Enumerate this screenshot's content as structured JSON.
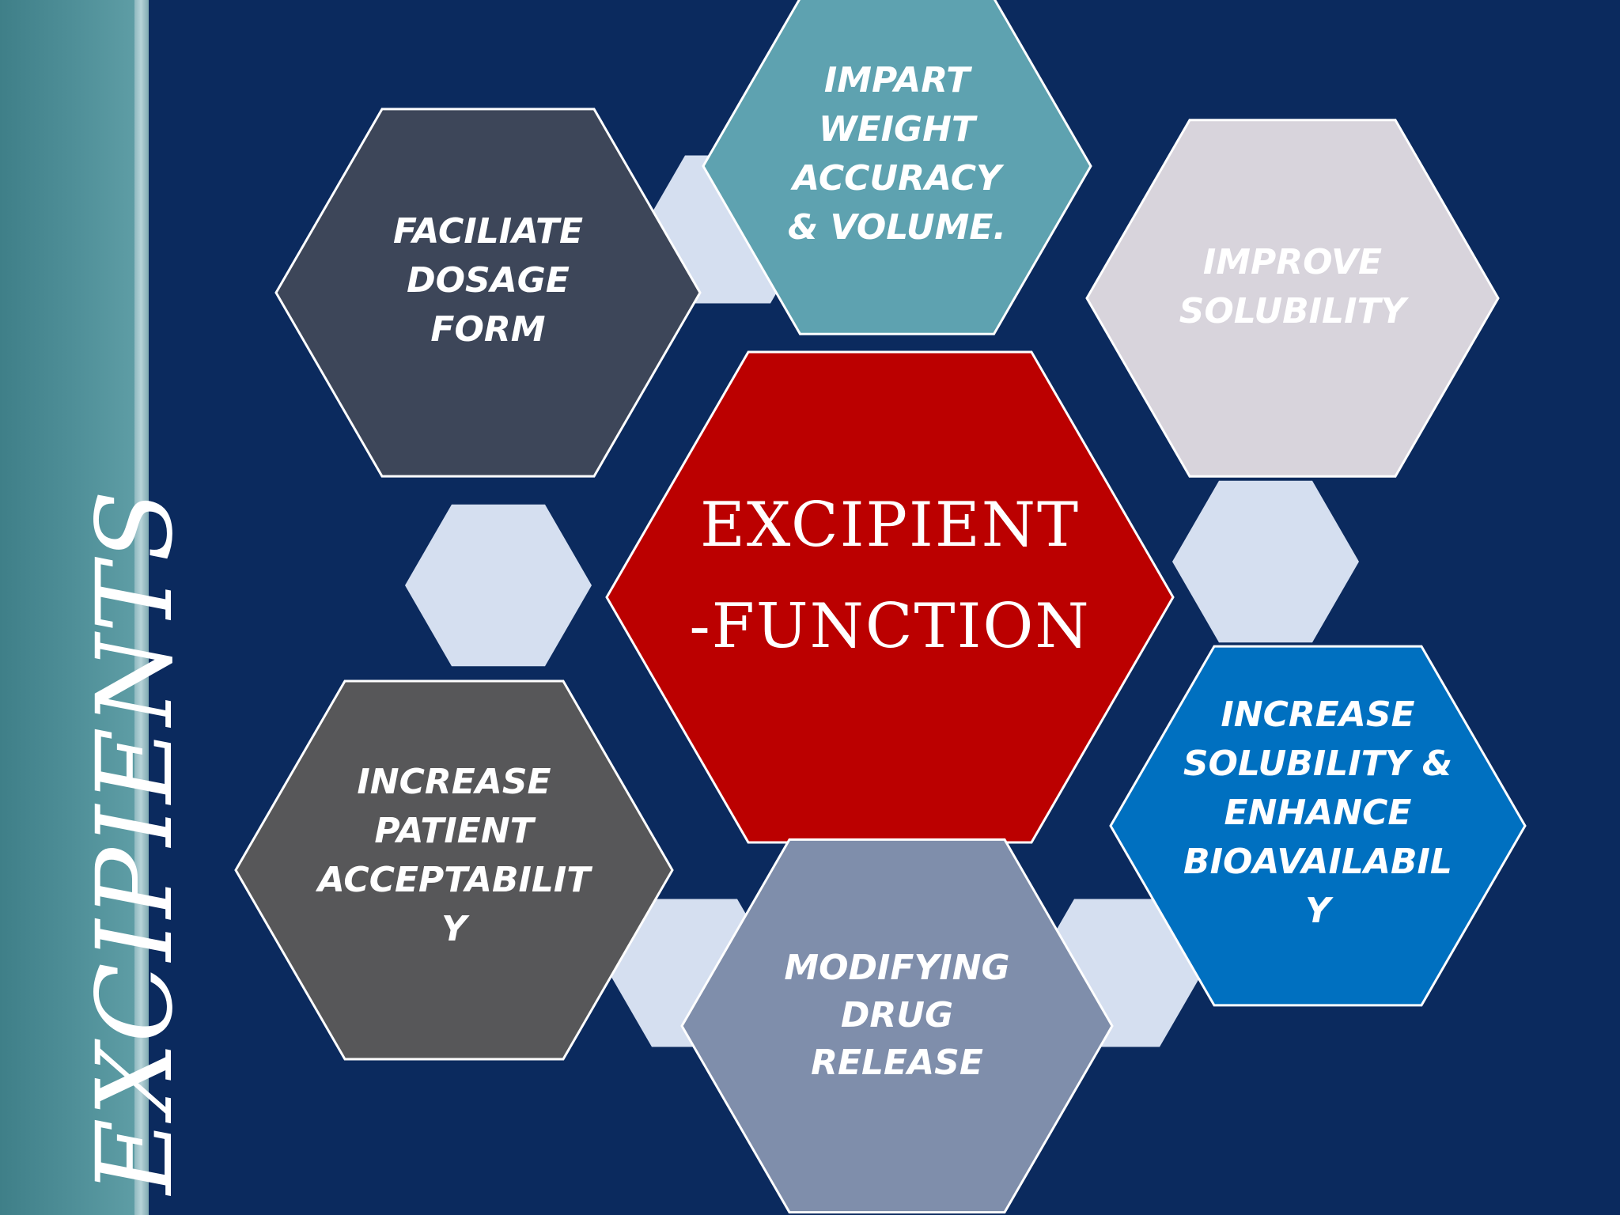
{
  "sidebar": {
    "title": "EXCIPIENTS"
  },
  "center": {
    "lines": [
      "EXCIPIENT",
      "-FUNCTION"
    ],
    "color": "#bb0000"
  },
  "functions": [
    {
      "id": "facilitate-dosage-form",
      "lines": [
        "FACILIATE",
        "DOSAGE",
        "FORM"
      ],
      "color": "#3d4659"
    },
    {
      "id": "impart-weight-accuracy",
      "lines": [
        "IMPART",
        "WEIGHT",
        "ACCURACY",
        "& VOLUME."
      ],
      "color": "#5ea2b0"
    },
    {
      "id": "improve-solubility",
      "lines": [
        "IMPROVE",
        "SOLUBILITY"
      ],
      "color": "#d8d4dc"
    },
    {
      "id": "increase-solubility-bioavailability",
      "lines": [
        "INCREASE",
        "SOLUBILITY &",
        "ENHANCE",
        "BIOAVAILABIL",
        "Y"
      ],
      "color": "#0070c0"
    },
    {
      "id": "modifying-drug-release",
      "lines": [
        "MODIFYING",
        "DRUG",
        "RELEASE"
      ],
      "color": "#7f8eab"
    },
    {
      "id": "increase-patient-acceptability",
      "lines": [
        "INCREASE",
        "PATIENT",
        "ACCEPTABILIT",
        "Y"
      ],
      "color": "#575759"
    }
  ],
  "connector_color": "#d5dff0",
  "background_color": "#0b2a5e"
}
